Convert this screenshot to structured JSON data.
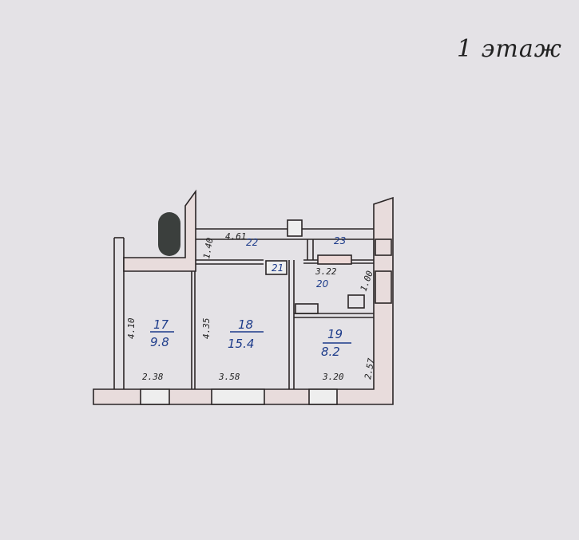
{
  "title": "1 этаж",
  "plan": {
    "rooms": [
      {
        "id": "17",
        "area": "9.8"
      },
      {
        "id": "18",
        "area": "15.4"
      },
      {
        "id": "19",
        "area": "8.2"
      },
      {
        "id": "20",
        "area": ""
      },
      {
        "id": "21",
        "area": ""
      },
      {
        "id": "22",
        "area": ""
      },
      {
        "id": "23",
        "area": ""
      }
    ],
    "dimensions": {
      "room17_height": "4.10",
      "room17_width": "2.38",
      "room18_width": "3.58",
      "room18_height": "4.35",
      "room19_width": "3.20",
      "room19_height": "2.57",
      "corridor_length": "4.61",
      "corridor_width": "1.40",
      "kitchen_width": "3.22",
      "kitchen_height": "1.00"
    },
    "colors": {
      "paper": "#e4e2e6",
      "lines": "#2a2526",
      "room_labels": "#1c3b8a",
      "wall_fill": "#e8dcdc",
      "redaction": "#3b3f3d"
    }
  }
}
